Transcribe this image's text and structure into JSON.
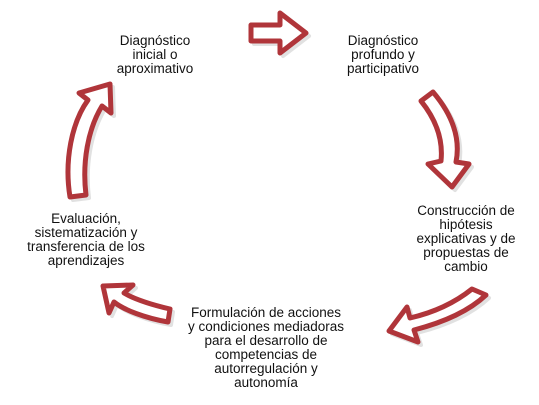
{
  "diagram": {
    "nodes": [
      {
        "id": "inicial",
        "lines": [
          "Diagnóstico",
          "inicial  o",
          "aproximativo"
        ]
      },
      {
        "id": "profundo",
        "lines": [
          "Diagnóstico",
          "profundo  y",
          "participativo"
        ]
      },
      {
        "id": "hipotesis",
        "lines": [
          "Construcción  de",
          "hipótesis",
          "explicativas  y de",
          "propuestas  de",
          "cambio"
        ]
      },
      {
        "id": "formulacion",
        "lines": [
          "Formulación  de  acciones",
          "y condiciones  mediadoras",
          "para el desarrollo  de",
          "competencias  de",
          "autorregulación  y",
          "autonomía"
        ]
      },
      {
        "id": "evaluacion",
        "lines": [
          "Evaluación,",
          "sistematización  y",
          "transferencia  de los",
          "aprendizajes"
        ]
      }
    ],
    "colors": {
      "arrow_stroke": "#b0353a",
      "arrow_fill": "#ffffff",
      "text": "#111111"
    }
  }
}
